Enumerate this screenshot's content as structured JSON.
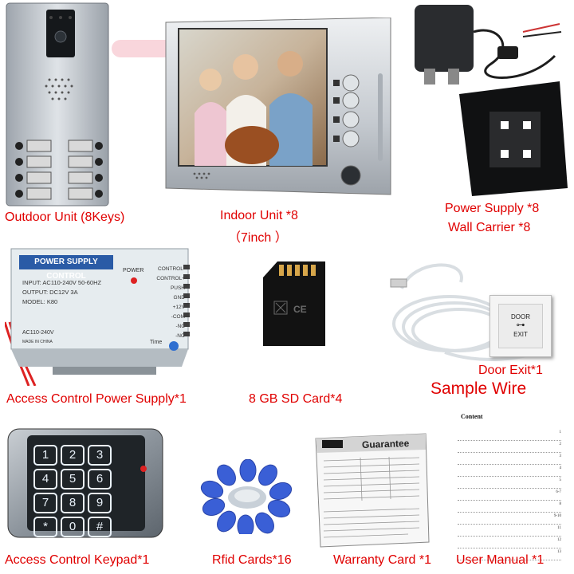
{
  "captions": {
    "outdoor": "Outdoor Unit (8Keys)",
    "indoor_line1": "Indoor Unit *8",
    "indoor_line2": "（7inch ）",
    "power_line1": "Power Supply *8",
    "power_line2": "Wall Carrier *8",
    "access_power": "Access Control Power Supply*1",
    "sd_card": "8 GB SD Card*4",
    "door_exit": "Door Exit*1",
    "sample_wire": "Sample Wire",
    "keypad": "Access Control Keypad*1",
    "rfid": "Rfid Cards*16",
    "warranty": "Warranty Card *1",
    "manual": "User Manual *1"
  },
  "power_box": {
    "title": "POWER SUPPLY CONTROL",
    "power_label": "POWER",
    "input": "INPUT: AC110-240V  50-60HZ",
    "output": "OUTPUT: DC12V  3A",
    "model": "MODEL: K80",
    "ac": "AC110-240V",
    "made_in": "MADE IN CHINA",
    "time": "Time",
    "terminals": [
      "CONTROL-",
      "CONTROL+",
      "PUSH",
      "GND",
      "+12V",
      "-COM",
      "-NC",
      "-NO"
    ]
  },
  "exit_button": {
    "line1": "DOOR",
    "line2": "EXIT"
  },
  "keypad_keys": [
    "1",
    "2",
    "3",
    "4",
    "5",
    "6",
    "7",
    "8",
    "9",
    "*",
    "0",
    "#"
  ],
  "guarantee": {
    "title": "Guarantee"
  },
  "manual": {
    "title": "Content",
    "pages": [
      "1",
      "2",
      "3",
      "4",
      "5",
      "6-7",
      "8",
      "9-10",
      "11",
      "12",
      "13"
    ]
  },
  "colors": {
    "caption_red": "#e00000",
    "box_blue": "#2a5ba6"
  }
}
